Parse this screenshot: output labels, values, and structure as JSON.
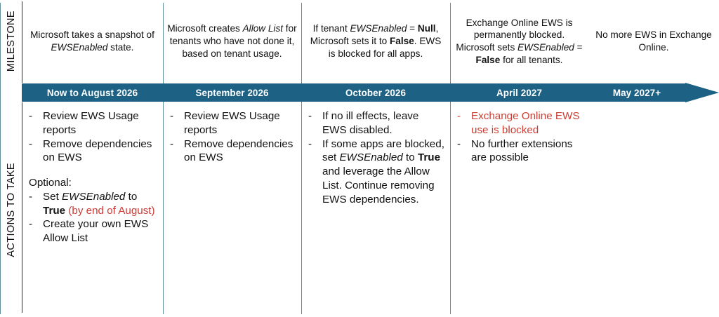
{
  "rows": {
    "milestone_label": "MILESTONE",
    "actions_label": "ACTIONS TO TAKE"
  },
  "colors": {
    "timeline_bar": "#1d6285",
    "divider": "#5f8e99",
    "red_accent": "#cc3c33",
    "text": "#111111",
    "bar_text": "#ffffff"
  },
  "columns": [
    {
      "id": "now-august-2026",
      "timeline_label": "Now to August 2026",
      "milestone_html": "Microsoft takes a snapshot of <i>EWSEnabled</i> state.",
      "milestone_text": "Microsoft takes a snapshot of EWSEnabled state.",
      "actions": [
        {
          "type": "bullet",
          "html": "Review EWS Usage reports",
          "text": "Review EWS Usage reports"
        },
        {
          "type": "bullet",
          "html": "Remove dependencies on EWS",
          "text": "Remove dependencies on EWS"
        },
        {
          "type": "gap"
        },
        {
          "type": "plain",
          "html": "Optional:",
          "text": "Optional:"
        },
        {
          "type": "bullet",
          "html": "Set <i>EWSEnabled</i> to <b>True</b> <span class=\"act-red\">(by end of August)</span>",
          "text": "Set EWSEnabled to True (by end of August)"
        },
        {
          "type": "bullet",
          "html": "Create your own EWS Allow List",
          "text": "Create your own EWS Allow List"
        }
      ]
    },
    {
      "id": "september-2026",
      "timeline_label": "September 2026",
      "milestone_html": "Microsoft creates <i>Allow List</i> for tenants who have not done it, based on tenant usage.",
      "milestone_text": "Microsoft creates Allow List for tenants who have not done it, based on tenant usage.",
      "actions": [
        {
          "type": "bullet",
          "html": "Review EWS Usage reports",
          "text": "Review EWS Usage reports"
        },
        {
          "type": "bullet",
          "html": "Remove dependencies on EWS",
          "text": "Remove dependencies on EWS"
        }
      ]
    },
    {
      "id": "october-2026",
      "timeline_label": "October 2026",
      "milestone_html": "If tenant <i>EWSEnabled</i> = <b>Null</b>, Microsoft sets it to <b>False</b>. EWS is blocked for all apps.",
      "milestone_text": "If tenant EWSEnabled = Null, Microsoft sets it to False. EWS is blocked for all apps.",
      "actions": [
        {
          "type": "bullet",
          "html": "If no ill effects, leave EWS disabled.",
          "text": "If no ill effects, leave EWS disabled."
        },
        {
          "type": "bullet",
          "html": "If some apps are blocked, set <i>EWSEnabled</i> to <b>True</b> and leverage the Allow List. Continue removing EWS dependencies.",
          "text": "If some apps are blocked, set EWSEnabled to True and leverage the Allow List. Continue removing EWS dependencies."
        }
      ]
    },
    {
      "id": "april-2027",
      "timeline_label": "April 2027",
      "milestone_html": "Exchange Online EWS is permanently blocked. Microsoft sets <i>EWSEnabled</i> = <b>False</b> for all tenants.",
      "milestone_text": "Exchange Online EWS is permanently blocked. Microsoft sets EWSEnabled = False for all tenants.",
      "actions": [
        {
          "type": "bullet",
          "red": true,
          "html": "Exchange Online EWS use is blocked",
          "text": "Exchange Online EWS use is blocked"
        },
        {
          "type": "bullet",
          "html": "No further extensions are possible",
          "text": "No further extensions are possible"
        }
      ]
    },
    {
      "id": "may-2027-plus",
      "timeline_label": "May 2027+",
      "milestone_html": "No more EWS in Exchange Online.",
      "milestone_text": "No more EWS in Exchange Online.",
      "actions": []
    }
  ]
}
